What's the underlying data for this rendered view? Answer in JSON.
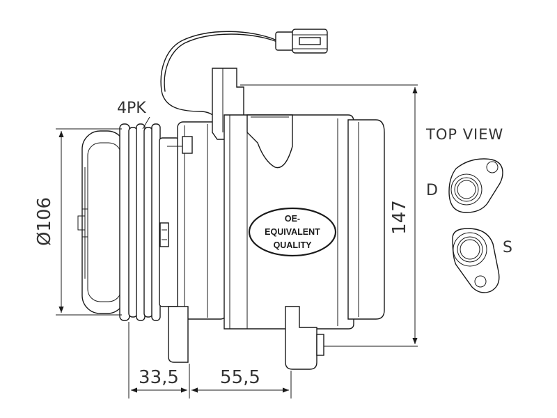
{
  "labels": {
    "belt": "4PK",
    "top_view": "TOP VIEW",
    "discharge": "D",
    "suction": "S"
  },
  "dimensions": {
    "pulley_diameter": "Ø106",
    "height": "147",
    "pulley_offset": "33,5",
    "mount_offset": "55,5"
  },
  "badge": {
    "line1": "OE-",
    "line2": "EQUIVALENT",
    "line3": "QUALITY"
  },
  "colors": {
    "line": "#1a1a1a",
    "text": "#333333",
    "background": "#ffffff"
  }
}
